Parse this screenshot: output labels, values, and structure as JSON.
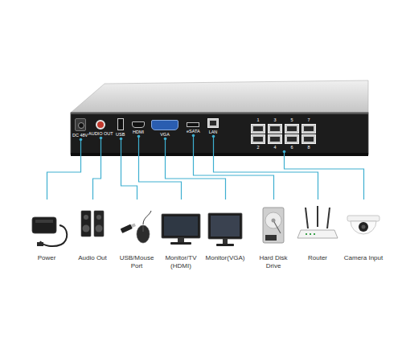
{
  "diagram": {
    "nodes": [
      {
        "text": [
          "DC 48V"
        ]
      },
      {
        "text": [
          "AUDIO OUT"
        ]
      },
      {
        "text": [
          "USB"
        ]
      },
      {
        "text": [
          "HDMI"
        ]
      },
      {
        "text": [
          "VGA"
        ]
      },
      {
        "text": [
          "eSATA"
        ]
      },
      {
        "text": [
          "LAN"
        ]
      },
      {
        "text": [
          "1",
          "3",
          "5",
          "7",
          "2",
          "4",
          "6",
          "8"
        ]
      },
      {
        "text": [
          "Power"
        ]
      },
      {
        "text": [
          "Audio Out"
        ]
      },
      {
        "text": [
          "USB/Mouse Port"
        ]
      },
      {
        "text": [
          "Monitor/TV (HDMI)"
        ]
      },
      {
        "text": [
          "Monitor(VGA)"
        ]
      },
      {
        "text": [
          "Hard Disk Drive"
        ]
      },
      {
        "text": [
          "Router"
        ]
      },
      {
        "text": [
          "Camera Input"
        ]
      }
    ],
    "edges": [
      {
        "from": 0,
        "to": 8,
        "arrow": "none"
      },
      {
        "from": 1,
        "to": 9,
        "arrow": "none"
      },
      {
        "from": 2,
        "to": 10,
        "arrow": "none"
      },
      {
        "from": 3,
        "to": 11,
        "arrow": "none"
      },
      {
        "from": 4,
        "to": 12,
        "arrow": "none"
      },
      {
        "from": 5,
        "to": 13,
        "arrow": "none"
      },
      {
        "from": 6,
        "to": 14,
        "arrow": "none"
      },
      {
        "from": 7,
        "to": 15,
        "arrow": "none"
      }
    ]
  }
}
